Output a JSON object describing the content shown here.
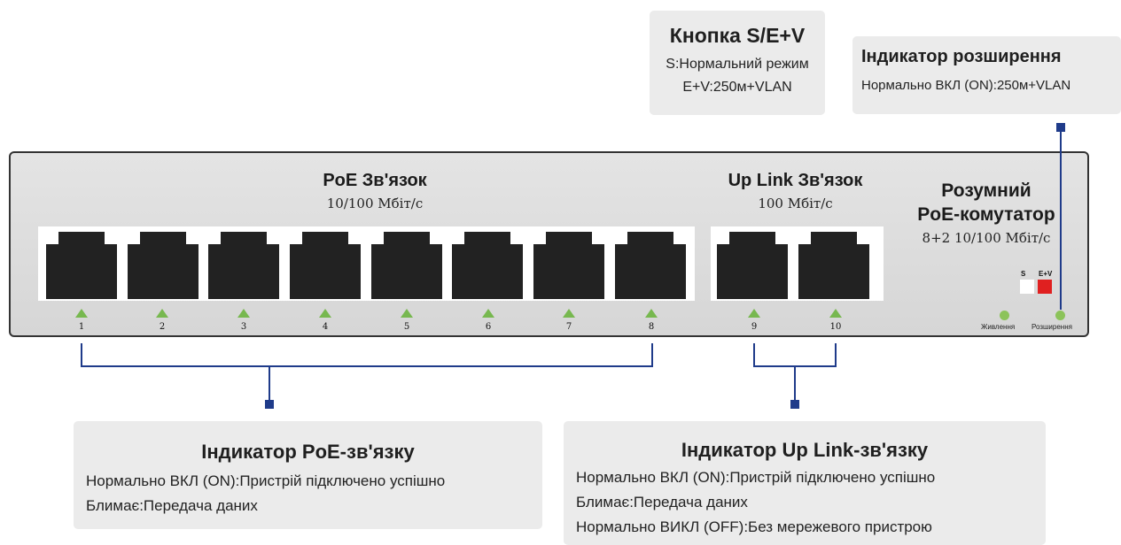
{
  "button_callout": {
    "title": "Кнопка S/E+V",
    "line1": "S:Нормальний режим",
    "line2": "E+V:250м+VLAN"
  },
  "extension_callout": {
    "title": "Індикатор розширення",
    "line1": "Нормально ВКЛ (ON):250м+VLAN"
  },
  "switch": {
    "poe_section_title": "PoE Зв'язок",
    "poe_section_speed": "10/100 Мбіт/с",
    "uplink_section_title": "Up Link Зв'язок",
    "uplink_section_speed": "100 Мбіт/с",
    "product_title_line1": "Розумний",
    "product_title_line2": "PoE-комутатор",
    "product_subtitle": "8+2 10/100 Мбіт/с",
    "poe_ports": [
      "1",
      "2",
      "3",
      "4",
      "5",
      "6",
      "7",
      "8"
    ],
    "uplink_ports": [
      "9",
      "10"
    ],
    "switch_label_s": "S",
    "switch_label_ev": "E+V",
    "power_label": "Живлення",
    "extension_label": "Розширення",
    "colors": {
      "led": "#77b84f",
      "toggle_active": "#e02020",
      "connector": "#222222",
      "marker": "#1f3b8a"
    }
  },
  "poe_callout": {
    "title": "Індикатор PoE-зв'язку",
    "line1": "Нормально ВКЛ (ON):Пристрій підключено успішно",
    "line2": "Блимає:Передача даних"
  },
  "uplink_callout": {
    "title": "Індикатор Up Link-зв'язку",
    "line1": "Нормально ВКЛ (ON):Пристрій підключено успішно",
    "line2": "Блимає:Передача даних",
    "line3": "Нормально ВИКЛ (OFF):Без мережевого пристрою"
  }
}
